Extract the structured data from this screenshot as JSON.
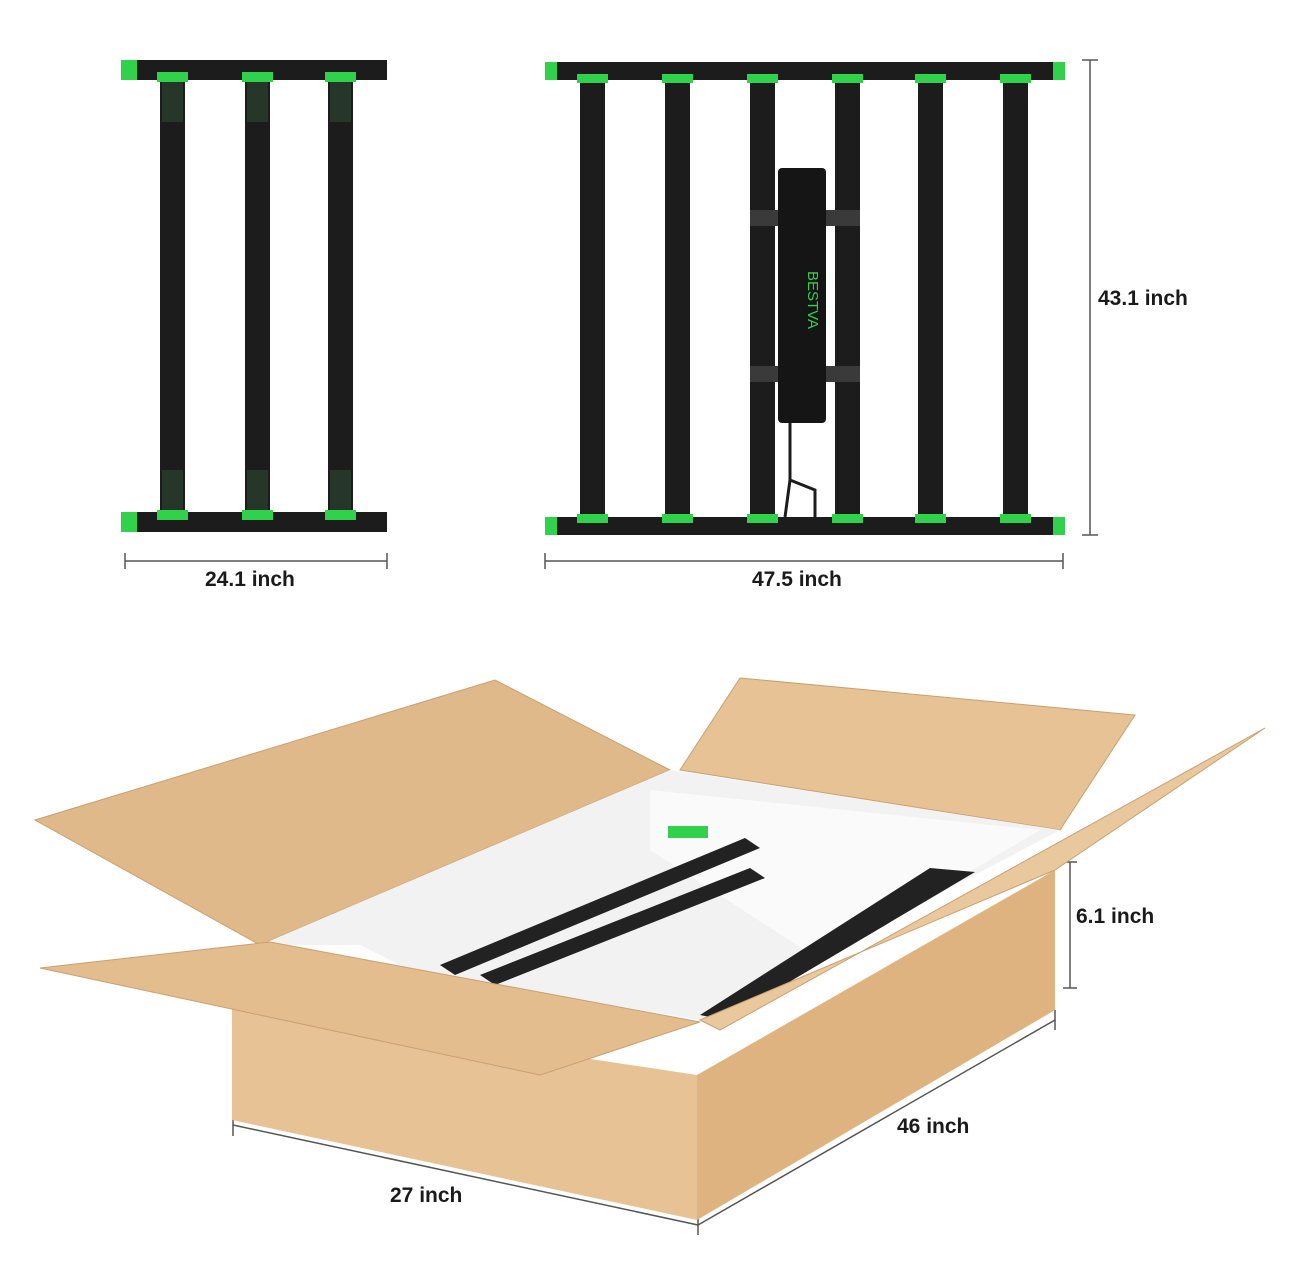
{
  "dimensions": {
    "small_fixture_width": "24.1 inch",
    "large_fixture_width": "47.5 inch",
    "fixture_length": "43.1 inch",
    "box_height": "6.1 inch",
    "box_length": "46 inch",
    "box_width": "27 inch"
  },
  "brand": {
    "logo_text": "BESTVA"
  },
  "colors": {
    "accent_green": "#2fd24a",
    "bar_black": "#1c1c1c",
    "cardboard": "#e2bb8c",
    "foam": "#f4f4f4"
  }
}
